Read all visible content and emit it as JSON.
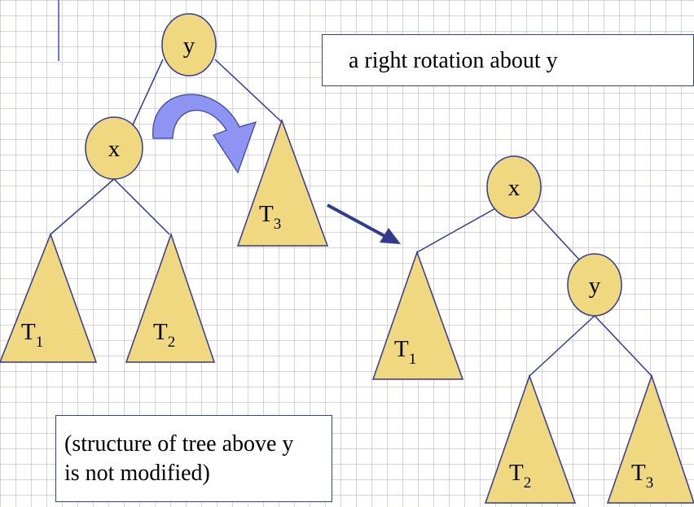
{
  "diagram": {
    "colors": {
      "node_fill": "#f0d880",
      "node_stroke": "#333a8c",
      "edge": "#333a8c",
      "rotation_arrow": "#8d94f2",
      "pointer_arrow": "#333a8c"
    },
    "before": {
      "root": "y",
      "left_child": "x",
      "subtrees": [
        {
          "base": "T",
          "sub": "1"
        },
        {
          "base": "T",
          "sub": "2"
        },
        {
          "base": "T",
          "sub": "3"
        }
      ]
    },
    "after": {
      "root": "x",
      "right_child": "y",
      "subtrees": [
        {
          "base": "T",
          "sub": "1"
        },
        {
          "base": "T",
          "sub": "2"
        },
        {
          "base": "T",
          "sub": "3"
        }
      ]
    },
    "captions": {
      "rotation": "a right rotation about y",
      "structure_line1": "(structure of tree above y",
      "structure_line2": "is not modified)"
    }
  }
}
